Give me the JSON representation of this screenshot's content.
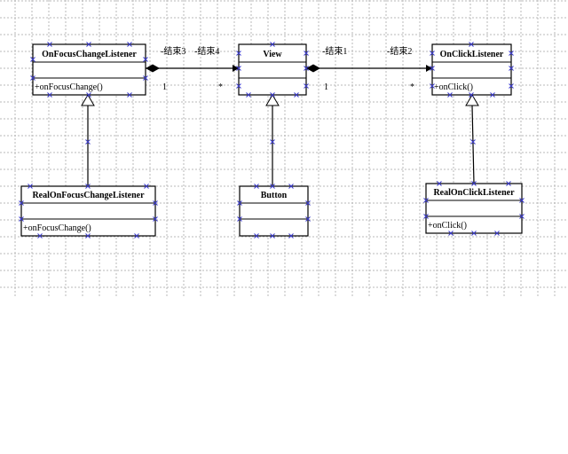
{
  "classes": {
    "onfocus": {
      "name": "OnFocusChangeListener",
      "operation": "+onFocusChange()"
    },
    "view": {
      "name": "View",
      "operation": ""
    },
    "onclick": {
      "name": "OnClickListener",
      "operation": "+onClick()"
    },
    "realfocus": {
      "name": "RealOnFocusChangeListener",
      "operation": "+onFocusChange()"
    },
    "button": {
      "name": "Button",
      "operation": ""
    },
    "realclick": {
      "name": "RealOnClickListener",
      "operation": "+onClick()"
    }
  },
  "associations": {
    "focus_view": {
      "role_a": "-结束3",
      "role_b": "-结束4",
      "mult_a": "1",
      "mult_b": "*"
    },
    "view_click": {
      "role_a": "-结束1",
      "role_b": "-结束2",
      "mult_a": "1",
      "mult_b": "*"
    }
  },
  "colors": {
    "grid": "#b8b8b8",
    "line": "#000000",
    "handle": "#3a3acc",
    "background": "#ffffff"
  }
}
